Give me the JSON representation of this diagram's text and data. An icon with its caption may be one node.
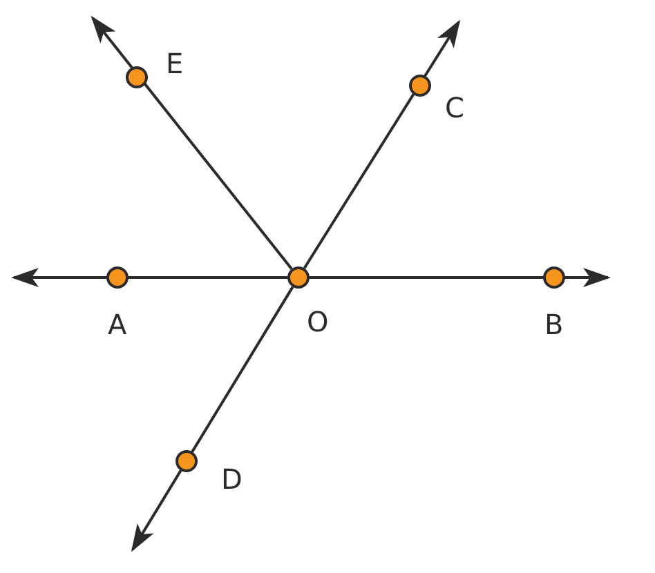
{
  "diagram": {
    "nodes": [
      {
        "text": [],
        "shape": "circle",
        "beside": [
          "E"
        ]
      },
      {
        "text": [],
        "shape": "circle",
        "beside": [
          "C"
        ]
      },
      {
        "text": [],
        "shape": "circle",
        "beside": [
          "A"
        ]
      },
      {
        "text": [],
        "shape": "circle",
        "beside": [
          "O"
        ]
      },
      {
        "text": [],
        "shape": "circle",
        "beside": [
          "B"
        ]
      },
      {
        "text": [],
        "shape": "circle",
        "beside": [
          "D"
        ]
      }
    ],
    "edges": [
      {
        "from": 3,
        "to": null,
        "arrow": "to"
      },
      {
        "from": 3,
        "to": null,
        "arrow": "to"
      },
      {
        "from": 3,
        "to": null,
        "arrow": "to"
      },
      {
        "from": 3,
        "to": null,
        "arrow": "to"
      },
      {
        "from": 3,
        "to": null,
        "arrow": "to"
      }
    ]
  }
}
